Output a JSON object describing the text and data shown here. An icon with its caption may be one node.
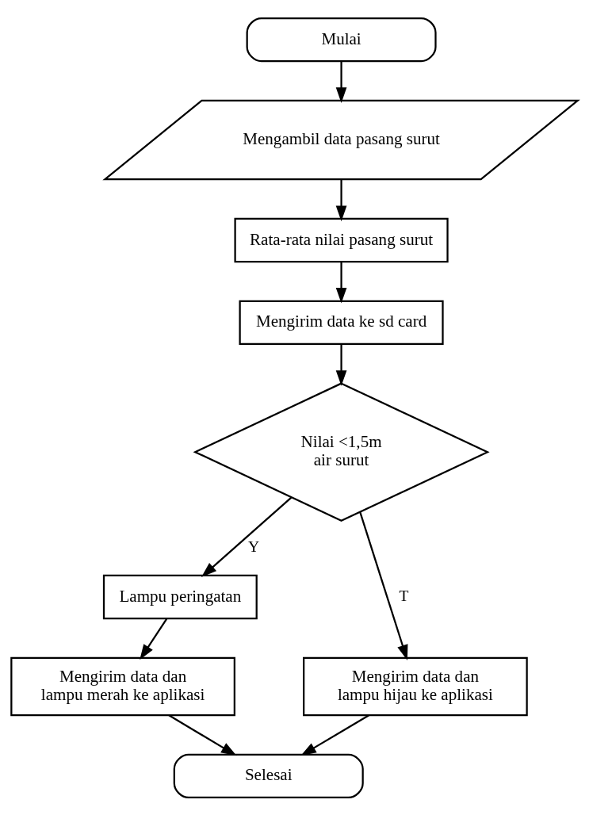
{
  "diagram": {
    "nodes": [
      {
        "text": [
          "Mulai"
        ]
      },
      {
        "text": [
          "Mengambil data pasang surut"
        ]
      },
      {
        "text": [
          "Rata-rata nilai pasang surut"
        ]
      },
      {
        "text": [
          "Mengirim data ke sd card"
        ]
      },
      {
        "text": [
          "Nilai <1,5m air surut"
        ]
      },
      {
        "text": [
          "Lampu peringatan"
        ]
      },
      {
        "text": [
          "Mengirim data dan lampu merah ke aplikasi"
        ]
      },
      {
        "text": [
          "Mengirim data dan lampu hijau ke aplikasi"
        ]
      },
      {
        "text": [
          "Selesai"
        ]
      }
    ],
    "edges": [
      {
        "from": 0,
        "to": 1,
        "arrow": "to"
      },
      {
        "from": 1,
        "to": 2,
        "arrow": "to"
      },
      {
        "from": 2,
        "to": 3,
        "arrow": "to"
      },
      {
        "from": 3,
        "to": 4,
        "arrow": "to"
      },
      {
        "from": 4,
        "to": 5,
        "arrow": "to",
        "label": "Y"
      },
      {
        "from": 4,
        "to": 7,
        "arrow": "to",
        "label": "T"
      },
      {
        "from": 5,
        "to": 6,
        "arrow": "to"
      },
      {
        "from": 6,
        "to": 8,
        "arrow": "to"
      },
      {
        "from": 7,
        "to": 8,
        "arrow": "to"
      }
    ]
  }
}
